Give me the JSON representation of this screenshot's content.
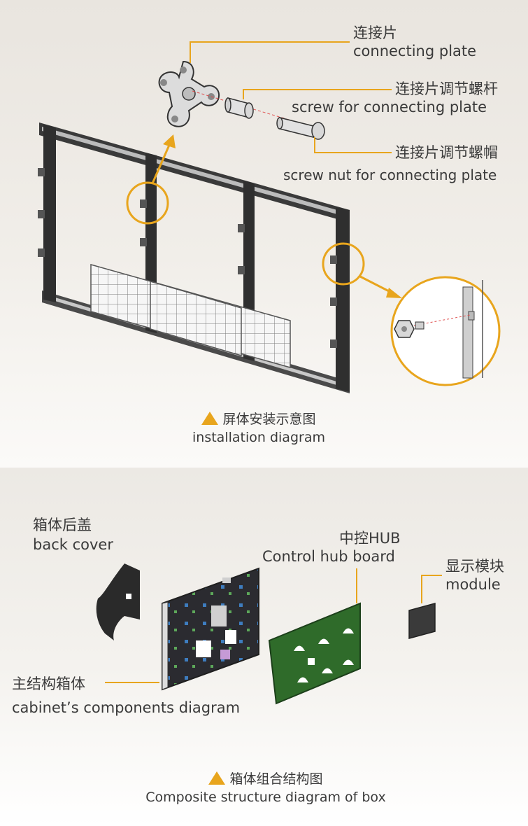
{
  "installation": {
    "connecting_plate": {
      "zh": "连接片",
      "en": "connecting plate"
    },
    "screw": {
      "zh": "连接片调节螺杆",
      "en": "screw for connecting plate"
    },
    "screw_nut": {
      "zh": "连接片调节螺帽",
      "en": "screw nut for connecting plate"
    },
    "caption": {
      "zh": "屏体安装示意图",
      "en": "installation diagram"
    }
  },
  "composite": {
    "back_cover": {
      "zh": "箱体后盖",
      "en": "back cover"
    },
    "control_hub": {
      "zh": "中控HUB",
      "en": "Control hub board"
    },
    "module": {
      "zh": "显示模块",
      "en": "module"
    },
    "cabinet": {
      "zh": "主结构箱体",
      "en": "cabinet’s components diagram"
    },
    "caption": {
      "zh": "箱体组合结构图",
      "en": "Composite structure diagram of box"
    }
  },
  "colors": {
    "accent": "#e8a51d",
    "board_green": "#2f6b2a",
    "frame_dark": "#2a2a2a"
  }
}
